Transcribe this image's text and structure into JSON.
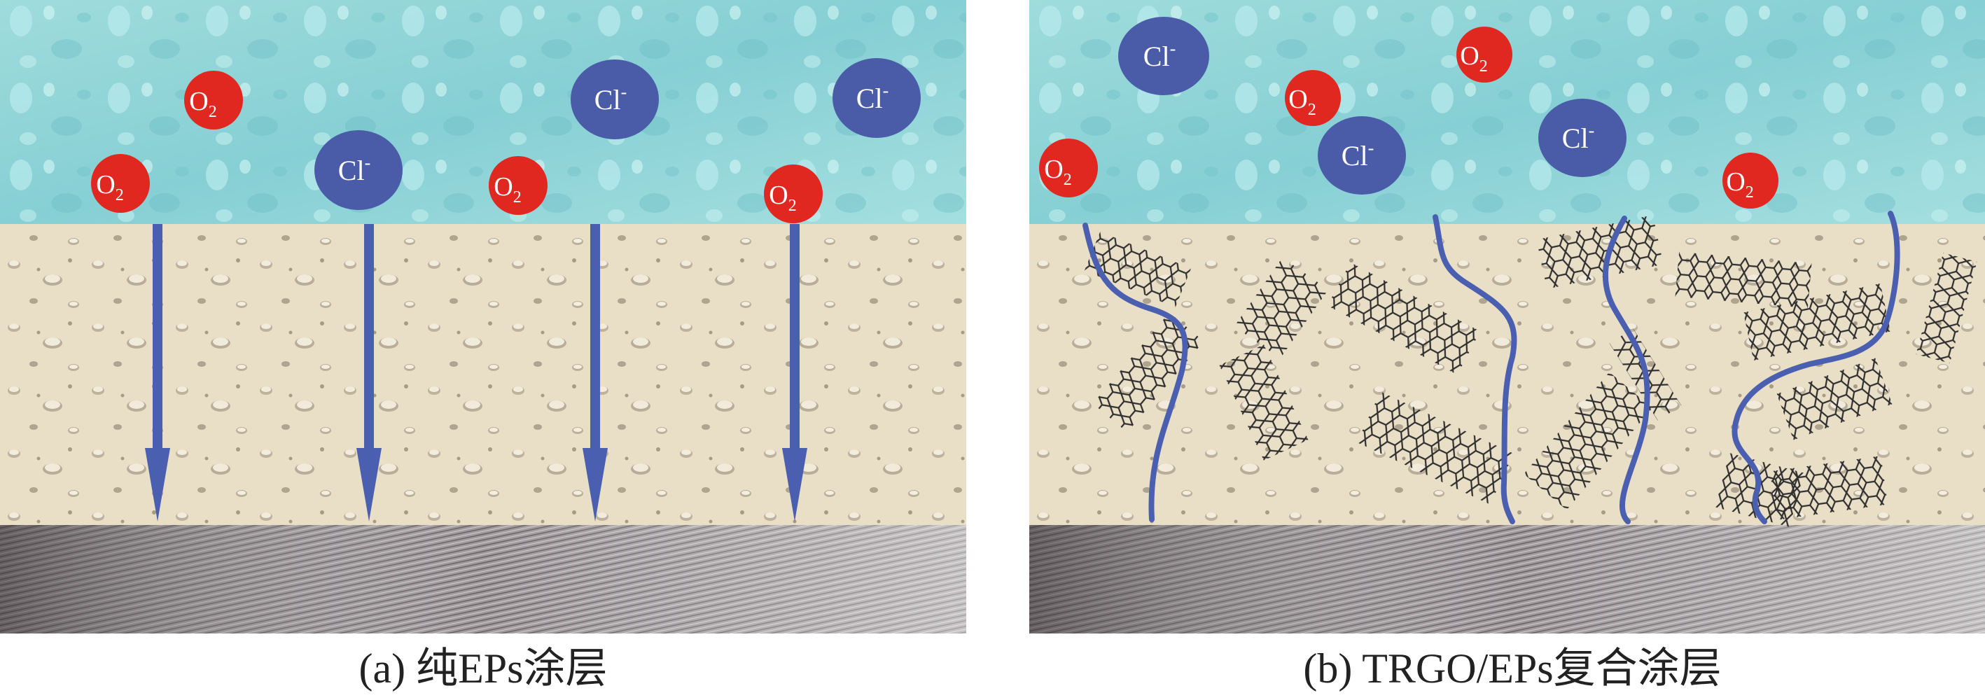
{
  "captions": {
    "a": "(a) 纯EPs涂层",
    "b": "(b) TRGO/EPs复合涂层"
  },
  "ions": {
    "oxygen": {
      "symbol": "O",
      "subscript": "2"
    },
    "chloride": {
      "symbol": "Cl",
      "superscript": "-"
    }
  },
  "colors": {
    "water": "#8fd3d6",
    "coating": "#e8dcc4",
    "metal": "#8a8487",
    "oxygen_particle": "#e02820",
    "chloride_particle": "#4a5ca8",
    "diffusion_path": "#4a5fb0",
    "graphene": "#3a3a3a"
  }
}
